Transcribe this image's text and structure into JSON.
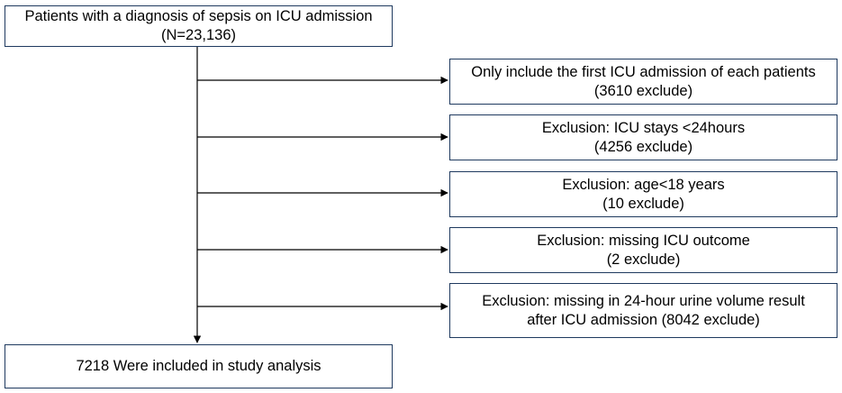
{
  "diagram": {
    "type": "flowchart",
    "start": {
      "line1": "Patients with a diagnosis of sepsis on ICU admission",
      "line2": "(N=23,136)"
    },
    "exclusions": [
      {
        "line1": "Only include the first ICU admission of each patients",
        "line2": "(3610 exclude)"
      },
      {
        "line1": "Exclusion: ICU stays <24hours",
        "line2": "(4256 exclude)"
      },
      {
        "line1": "Exclusion: age<18 years",
        "line2": "(10 exclude)"
      },
      {
        "line1": "Exclusion: missing ICU outcome",
        "line2": "(2 exclude)"
      },
      {
        "line1": "Exclusion: missing in 24-hour urine volume result",
        "line2": "after ICU admission (8042 exclude)"
      }
    ],
    "end": {
      "line1": "7218 Were included in study analysis"
    },
    "colors": {
      "box_border": "#1f3a5f",
      "arrow": "#000000"
    }
  }
}
